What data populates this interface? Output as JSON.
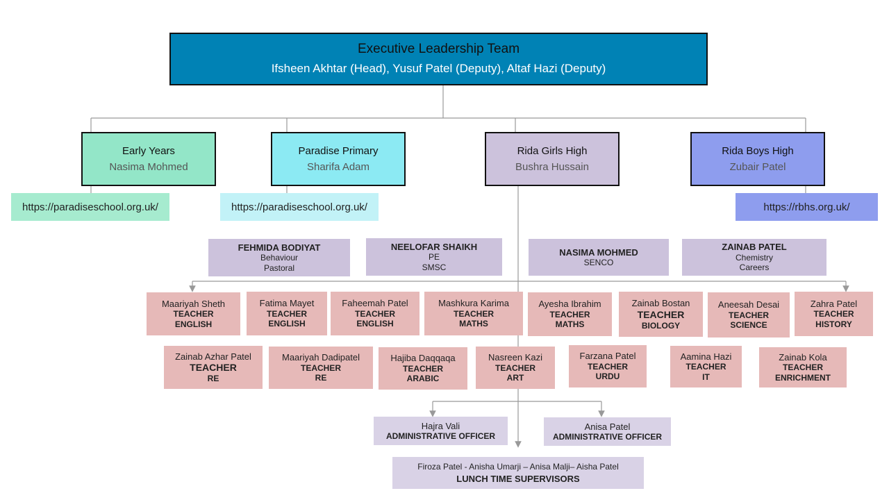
{
  "executive": {
    "title": "Executive Leadership Team",
    "members": "Ifsheen Akhtar (Head), Yusuf Patel (Deputy), Altaf Hazi (Deputy)"
  },
  "schools": [
    {
      "name": "Early Years",
      "person": "Nasima Mohmed",
      "color": "#93e6c8"
    },
    {
      "name": "Paradise Primary",
      "person": "Sharifa Adam",
      "color": "#8ceaf3"
    },
    {
      "name": "Rida Girls High",
      "person": "Bushra Hussain",
      "color": "#ccc2dc"
    },
    {
      "name": "Rida Boys High",
      "person": "Zubair Patel",
      "color": "#8e9dee"
    }
  ],
  "links": [
    {
      "url": "https://paradiseschool.org.uk/",
      "color": "#a6ebcf"
    },
    {
      "url": "https://paradiseschool.org.uk/",
      "color": "#c2f2f7"
    },
    {
      "url": "https://rbhs.org.uk/",
      "color": "#8e9dee"
    }
  ],
  "leads": [
    {
      "name": "FEHMIDA BODIYAT",
      "line1": "Behaviour",
      "line2": "Pastoral"
    },
    {
      "name": "NEELOFAR SHAIKH",
      "line1": "PE",
      "line2": "SMSC"
    },
    {
      "name": "NASIMA MOHMED",
      "line1": "SENCO",
      "line2": ""
    },
    {
      "name": "ZAINAB PATEL",
      "line1": "Chemistry",
      "line2": "Careers"
    }
  ],
  "teachers_row1": [
    {
      "name": "Maariyah Sheth",
      "role": "TEACHER",
      "subject": "ENGLISH"
    },
    {
      "name": "Fatima  Mayet",
      "role": "TEACHER",
      "subject": "ENGLISH"
    },
    {
      "name": "Faheemah Patel",
      "role": "TEACHER",
      "subject": "ENGLISH"
    },
    {
      "name": "Mashkura Karima",
      "role": "TEACHER",
      "subject": "MATHS"
    },
    {
      "name": "Ayesha Ibrahim",
      "role": "TEACHER",
      "subject": "MATHS"
    },
    {
      "name": "Zainab Bostan",
      "role": "TEACHER",
      "subject": "BIOLOGY"
    },
    {
      "name": "Aneesah Desai",
      "role": "TEACHER",
      "subject": "SCIENCE"
    },
    {
      "name": "Zahra Patel",
      "role": "TEACHER",
      "subject": "HISTORY"
    }
  ],
  "teachers_row2": [
    {
      "name": "Zainab Azhar Patel",
      "role": "TEACHER",
      "subject": "RE"
    },
    {
      "name": "Maariyah Dadipatel",
      "role": "TEACHER",
      "subject": "RE"
    },
    {
      "name": "Hajiba Daqqaqa",
      "role": "TEACHER",
      "subject": "ARABIC"
    },
    {
      "name": "Nasreen Kazi",
      "role": "TEACHER",
      "subject": "ART"
    },
    {
      "name": "Farzana Patel",
      "role": "TEACHER",
      "subject": "URDU"
    },
    {
      "name": "Aamina Hazi",
      "role": "TEACHER",
      "subject": "IT"
    },
    {
      "name": "Zainab Kola",
      "role": "TEACHER",
      "subject": "ENRICHMENT"
    }
  ],
  "admins": [
    {
      "name": "Hajra Vali",
      "role": "ADMINISTRATIVE OFFICER"
    },
    {
      "name": "Anisa Patel",
      "role": "ADMINISTRATIVE OFFICER"
    }
  ],
  "lunch": {
    "names": "Firoza Patel - Anisha Umarji – Anisa Malji– Aisha Patel",
    "role": "LUNCH TIME SUPERVISORS"
  }
}
